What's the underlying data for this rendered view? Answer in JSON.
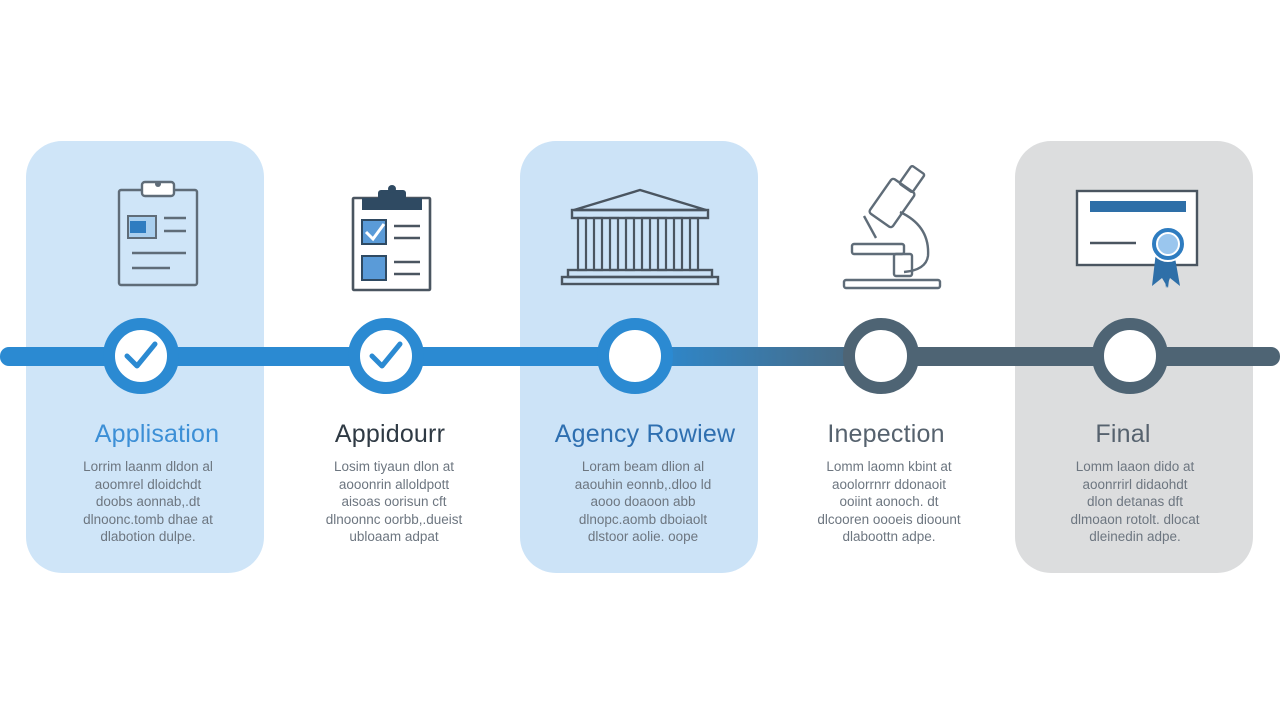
{
  "colors": {
    "card_blue": "#CFE5F8",
    "card_gray": "#DCDDDE",
    "track_blue": "#2B8AD2",
    "track_slate": "#4E6474",
    "icon_stroke": "#5F6C78",
    "icon_fill": "#2E7CC0"
  },
  "steps": [
    {
      "title": "Applisation",
      "status": "complete",
      "icon": "clipboard-icon",
      "description": [
        "Lorrim laanm dldon al",
        "aoomrel dloidchdt",
        "doobs aonnab,.dt",
        "dlnoonc.tomb dhae at",
        "dlabotion dulpe."
      ]
    },
    {
      "title": "Appidourr",
      "status": "complete",
      "icon": "checklist-icon",
      "description": [
        "Losim tiyaun dlon at",
        "aooonrin alloldpott",
        "aisoas oorisun cft",
        "dlnoonnc oorbb,.dueist",
        "ubloaam adpat"
      ]
    },
    {
      "title": "Agency Rowiew",
      "status": "current",
      "icon": "government-building-icon",
      "description": [
        "Loram beam dlion al",
        "aaouhin eonnb,.dloo ld",
        "aooo doaoon abb",
        "dlnopc.aomb dboiaolt",
        "dlstoor aolie. oope"
      ]
    },
    {
      "title": "Inepection",
      "status": "pending",
      "icon": "microscope-icon",
      "description": [
        "Lomm laomn kbint at",
        "aoolorrnrr ddonaoit",
        "ooiint aonoch. dt",
        "dlcooren oooeis dioount",
        "dlaboottn adpe."
      ]
    },
    {
      "title": "Final",
      "status": "pending",
      "icon": "certificate-icon",
      "description": [
        "Lomm laaon dido at",
        "aoonrrirl didaohdt",
        "dlon detanas dft",
        "dlmoaon rotolt. dlocat",
        "dleinedin adpe."
      ]
    }
  ]
}
